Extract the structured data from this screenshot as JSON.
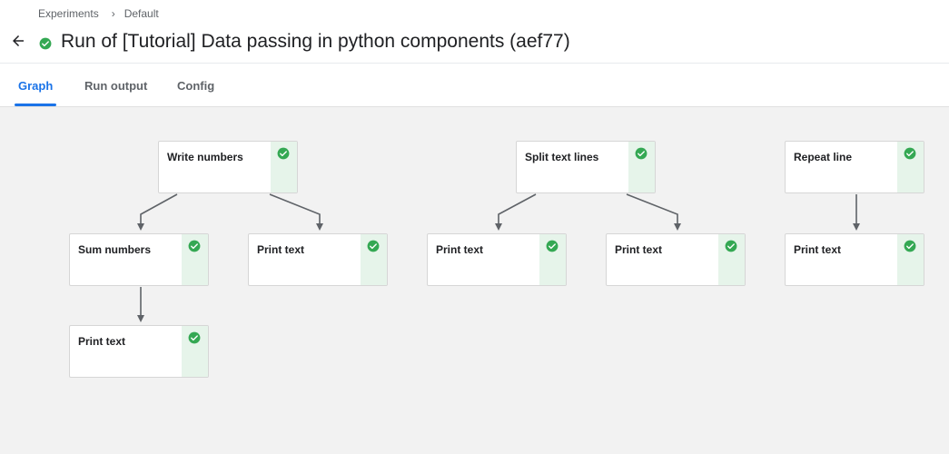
{
  "breadcrumb": {
    "items": [
      "Experiments",
      "Default"
    ],
    "separator": "›"
  },
  "header": {
    "title": "Run of [Tutorial] Data passing in python components (aef77)",
    "status": "succeeded",
    "back_icon": "arrow-back-icon",
    "status_icon": "check-circle-icon"
  },
  "tabs": [
    {
      "label": "Graph",
      "active": true
    },
    {
      "label": "Run output",
      "active": false
    },
    {
      "label": "Config",
      "active": false
    }
  ],
  "graph": {
    "nodes": [
      {
        "id": "write-numbers",
        "label": "Write numbers",
        "status": "succeeded"
      },
      {
        "id": "sum-numbers",
        "label": "Sum numbers",
        "status": "succeeded"
      },
      {
        "id": "print-text-1",
        "label": "Print text",
        "status": "succeeded"
      },
      {
        "id": "print-text-2",
        "label": "Print text",
        "status": "succeeded"
      },
      {
        "id": "split-text-lines",
        "label": "Split text lines",
        "status": "succeeded"
      },
      {
        "id": "print-text-3",
        "label": "Print text",
        "status": "succeeded"
      },
      {
        "id": "print-text-4",
        "label": "Print text",
        "status": "succeeded"
      },
      {
        "id": "repeat-line",
        "label": "Repeat line",
        "status": "succeeded"
      },
      {
        "id": "print-text-5",
        "label": "Print text",
        "status": "succeeded"
      }
    ]
  },
  "colors": {
    "accent": "#1a73e8",
    "success": "#34a853",
    "success_bg": "#e6f4ea",
    "canvas_bg": "#f2f2f2",
    "edge": "#5f6368"
  }
}
